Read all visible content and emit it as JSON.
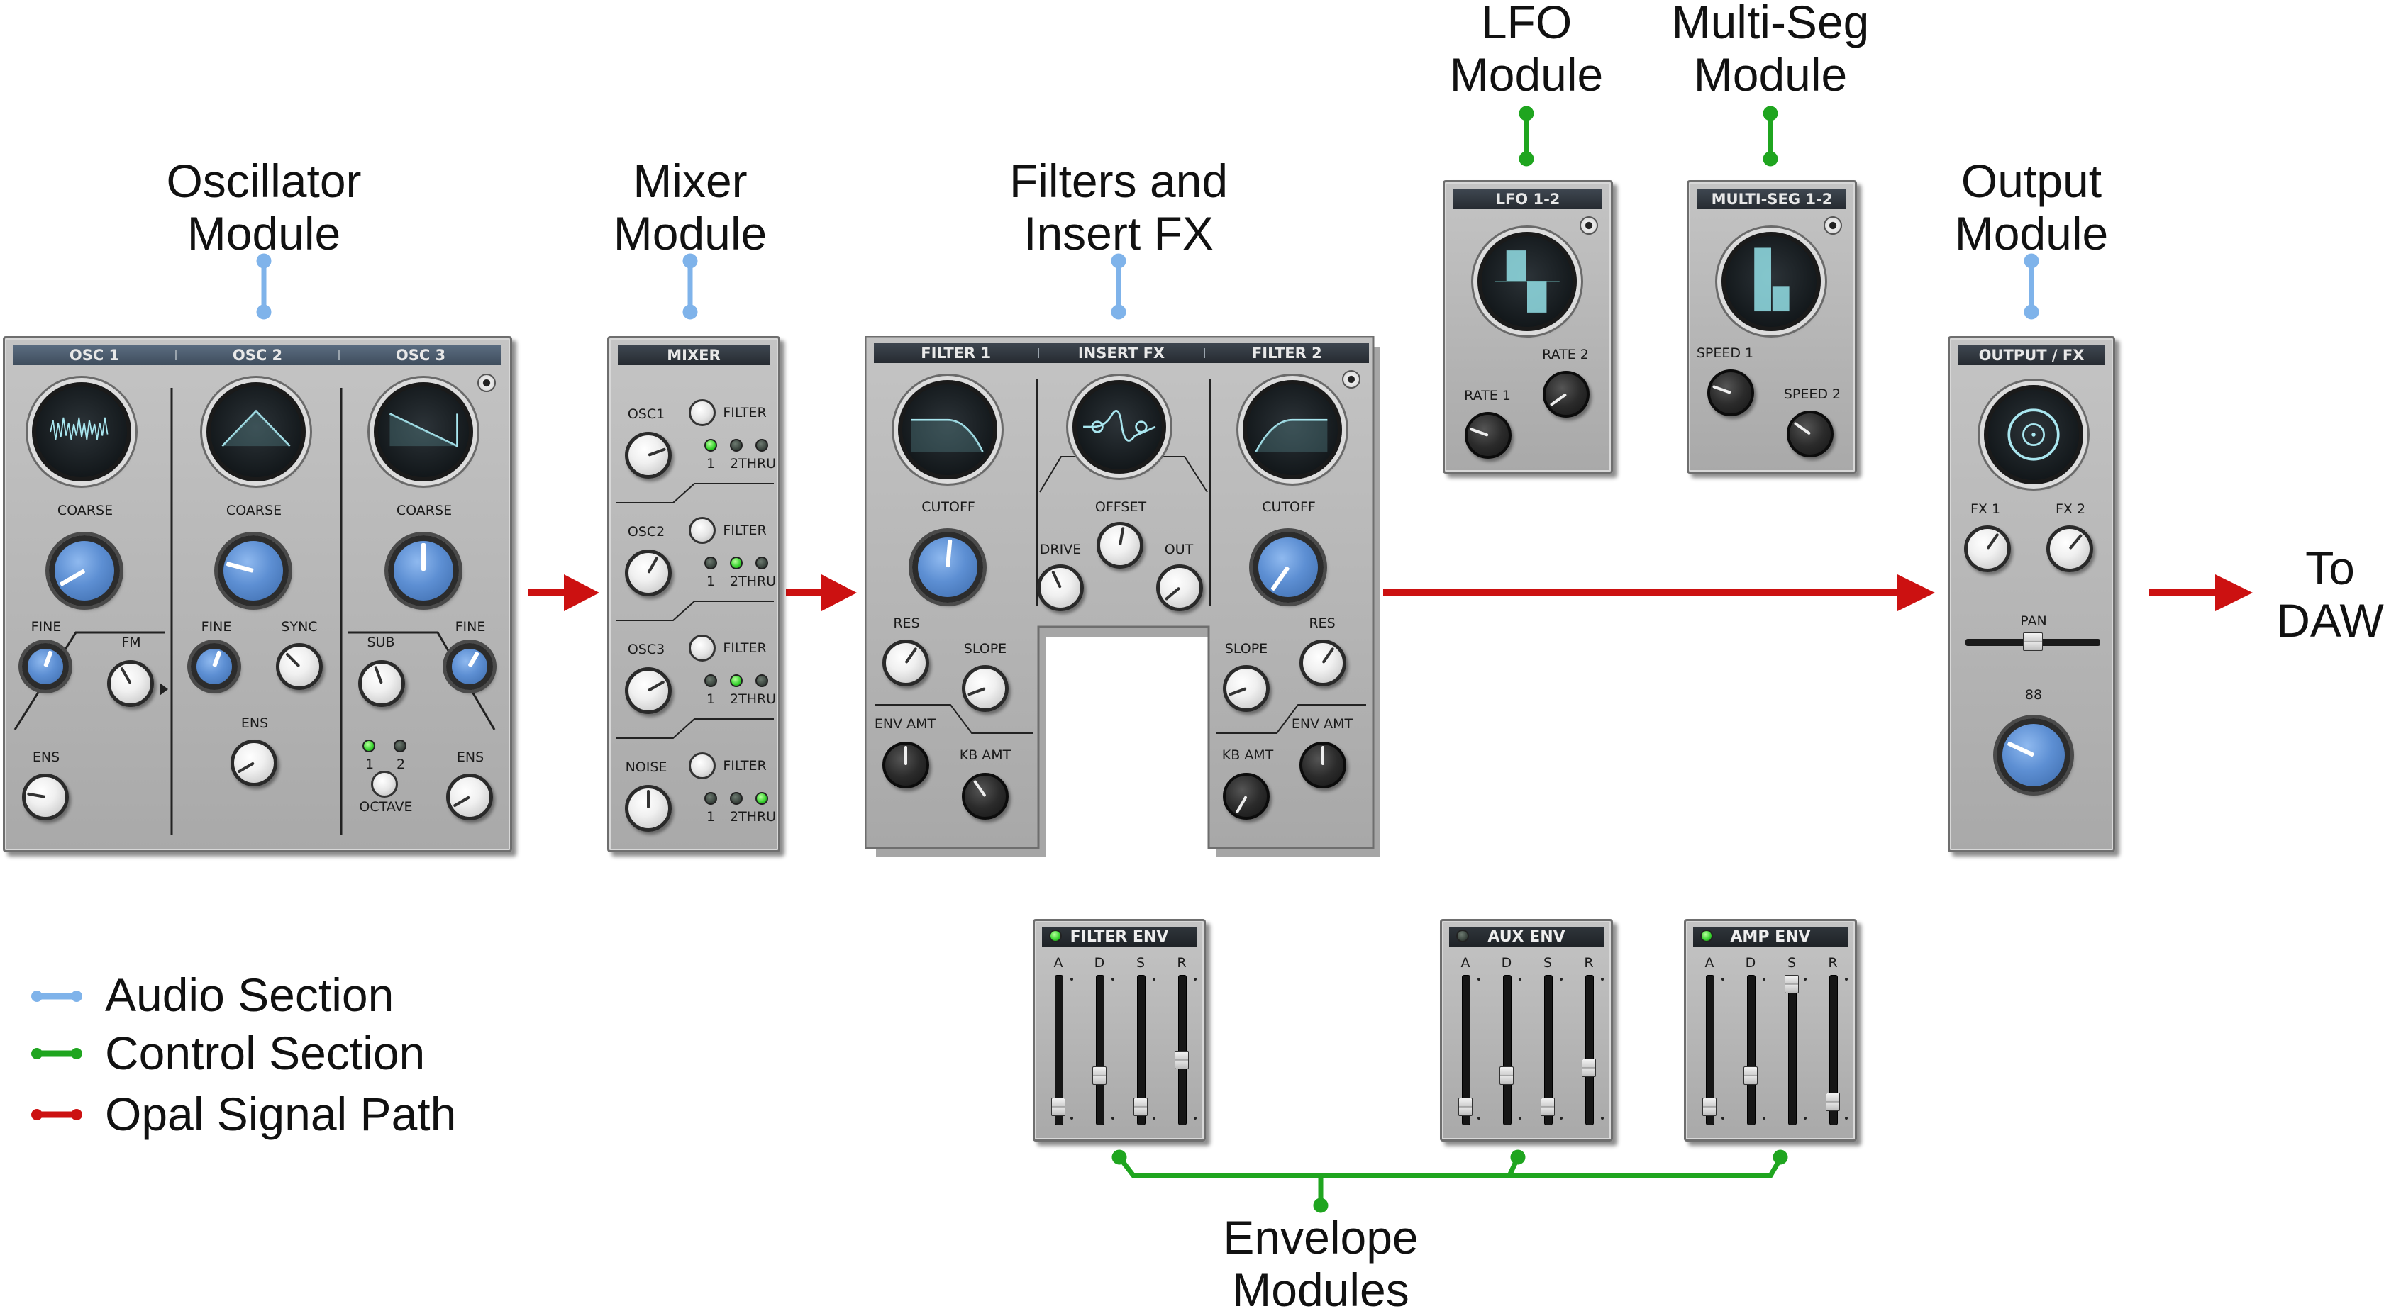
{
  "labels": {
    "osc_module": [
      "Oscillator",
      "Module"
    ],
    "mixer_module": [
      "Mixer",
      "Module"
    ],
    "filters_fx": [
      "Filters and",
      "Insert FX"
    ],
    "lfo_module": [
      "LFO",
      "Module"
    ],
    "multiseg_module": [
      "Multi-Seg",
      "Module"
    ],
    "output_module": [
      "Output",
      "Module"
    ],
    "to_daw": [
      "To",
      "DAW"
    ],
    "envelope_modules": [
      "Envelope",
      "Modules"
    ]
  },
  "legend": [
    {
      "label": "Audio Section",
      "color": "#7fb3ea"
    },
    {
      "label": "Control Section",
      "color": "#1fa51f"
    },
    {
      "label": "Opal Signal Path",
      "color": "#cc1111"
    }
  ],
  "osc_panel": {
    "headers": [
      "OSC 1",
      "OSC 2",
      "OSC 3"
    ],
    "coarse": "COARSE",
    "fine": "FINE",
    "fm": "FM",
    "sync": "SYNC",
    "ens": "ENS",
    "sub": "SUB",
    "octave": "OCTAVE",
    "oct1": "1",
    "oct2": "2"
  },
  "mixer_panel": {
    "header": "MIXER",
    "channels": [
      {
        "name": "OSC1",
        "led": 0
      },
      {
        "name": "OSC2",
        "led": 1
      },
      {
        "name": "OSC3",
        "led": 1
      },
      {
        "name": "NOISE",
        "led": 2
      }
    ],
    "filter": "FILTER",
    "route1": "1",
    "route2": "2THRU"
  },
  "filter_panel": {
    "headers": [
      "FILTER 1",
      "INSERT FX",
      "FILTER 2"
    ],
    "cutoff": "CUTOFF",
    "res": "RES",
    "slope": "SLOPE",
    "env_amt": "ENV AMT",
    "kb_amt": "KB AMT",
    "offset": "OFFSET",
    "drive": "DRIVE",
    "out": "OUT"
  },
  "lfo_panel": {
    "header": "LFO 1-2",
    "rate1": "RATE 1",
    "rate2": "RATE 2"
  },
  "multiseg_panel": {
    "header": "MULTI-SEG 1-2",
    "speed1": "SPEED 1",
    "speed2": "SPEED 2"
  },
  "output_panel": {
    "header": "OUTPUT / FX",
    "fx1": "FX 1",
    "fx2": "FX 2",
    "pan": "PAN",
    "level": "88"
  },
  "env_panels": [
    {
      "header": "FILTER ENV",
      "led_on": true,
      "stages": [
        "A",
        "D",
        "S",
        "R"
      ],
      "levels": [
        0.06,
        0.3,
        0.06,
        0.42
      ]
    },
    {
      "header": "AUX ENV",
      "led_on": false,
      "stages": [
        "A",
        "D",
        "S",
        "R"
      ],
      "levels": [
        0.06,
        0.3,
        0.06,
        0.36
      ]
    },
    {
      "header": "AMP ENV",
      "led_on": true,
      "stages": [
        "A",
        "D",
        "S",
        "R"
      ],
      "levels": [
        0.06,
        0.3,
        1.0,
        0.1
      ]
    }
  ]
}
